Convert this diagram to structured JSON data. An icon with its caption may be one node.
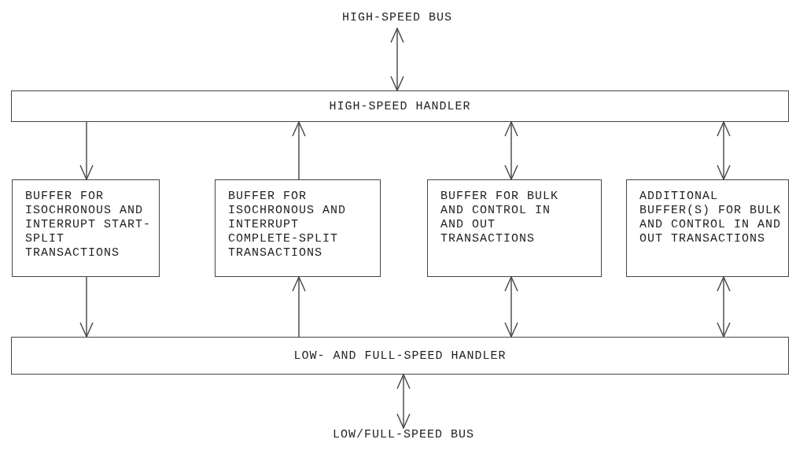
{
  "diagram": {
    "nodes": [
      {
        "text": [
          "HIGH-SPEED BUS"
        ]
      },
      {
        "text": [
          "HIGH-SPEED HANDLER"
        ]
      },
      {
        "text": [
          "BUFFER FOR ISOCHRONOUS AND INTERRUPT START-SPLIT TRANSACTIONS"
        ]
      },
      {
        "text": [
          "BUFFER FOR ISOCHRONOUS AND INTERRUPT COMPLETE-SPLIT TRANSACTIONS"
        ]
      },
      {
        "text": [
          "BUFFER FOR BULK AND CONTROL IN AND OUT TRANSACTIONS"
        ]
      },
      {
        "text": [
          "ADDITIONAL BUFFER(S) FOR BULK AND CONTROL IN AND OUT TRANSACTIONS"
        ]
      },
      {
        "text": [
          "LOW- AND FULL-SPEED HANDLER"
        ]
      },
      {
        "text": [
          "LOW/FULL-SPEED BUS"
        ]
      }
    ],
    "edges": [
      {
        "from": 0,
        "to": 1,
        "arrow": "both"
      },
      {
        "from": 1,
        "to": 2,
        "arrow": "to"
      },
      {
        "from": 3,
        "to": 1,
        "arrow": "to"
      },
      {
        "from": 1,
        "to": 4,
        "arrow": "both"
      },
      {
        "from": 1,
        "to": 5,
        "arrow": "both"
      },
      {
        "from": 2,
        "to": 6,
        "arrow": "to"
      },
      {
        "from": 6,
        "to": 3,
        "arrow": "to"
      },
      {
        "from": 4,
        "to": 6,
        "arrow": "both"
      },
      {
        "from": 5,
        "to": 6,
        "arrow": "both"
      },
      {
        "from": 6,
        "to": 7,
        "arrow": "both"
      }
    ]
  }
}
